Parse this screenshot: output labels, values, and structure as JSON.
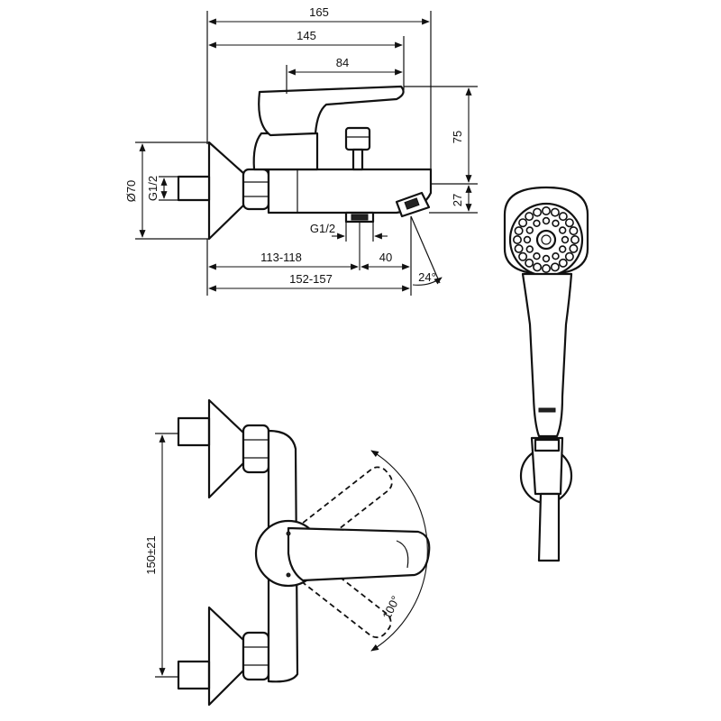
{
  "dimensions": {
    "overall_length": "165",
    "body_length": "145",
    "lever_length": "84",
    "height_lever": "75",
    "height_spout": "27",
    "flange_diameter": "Ø70",
    "inlet_thread": "G1/2",
    "outlet_thread": "G1/2",
    "wall_to_outlet": "113-118",
    "outlet_to_spout": "40",
    "wall_to_spout": "152-157",
    "spout_angle": "24°",
    "inlet_spacing": "150±21",
    "lever_rotation": "100°"
  },
  "colors": {
    "line": "#111111",
    "background": "#ffffff"
  }
}
